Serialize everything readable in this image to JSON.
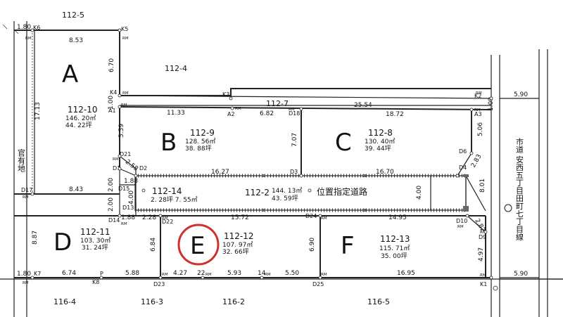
{
  "lots": [
    {
      "letter": "A",
      "number": "112-10",
      "area_m2": "146. 20㎡",
      "area_tsubo": "44. 22坪"
    },
    {
      "letter": "B",
      "number": "112-9",
      "area_m2": "128. 56㎡",
      "area_tsubo": "38. 88坪"
    },
    {
      "letter": "C",
      "number": "112-8",
      "area_m2": "130. 40㎡",
      "area_tsubo": "39. 44坪"
    },
    {
      "letter": "D",
      "number": "112-11",
      "area_m2": "103. 30㎡",
      "area_tsubo": "31. 24坪"
    },
    {
      "letter": "E",
      "number": "112-12",
      "area_m2": "107. 97㎡",
      "area_tsubo": "32. 66坪"
    },
    {
      "letter": "F",
      "number": "112-13",
      "area_m2": "115. 71㎡",
      "area_tsubo": "35. 00坪"
    }
  ],
  "road": {
    "number": "112-2",
    "area_m2": "144. 13㎡",
    "area_tsubo": "43. 59坪",
    "label": "位置指定道路"
  },
  "small_lot": {
    "number": "112-14",
    "area": "2. 28坪 7. 55㎡"
  },
  "neighbors": {
    "top_left": "112-5",
    "top_center": "112-4",
    "private_road": "112-7",
    "bottom": [
      "116-4",
      "116-3",
      "116-2",
      "116-5"
    ],
    "left_vertical": "官有地",
    "right_vertical": "市道 安西五丁目田町七丁目線"
  },
  "dims": {
    "d1_80_top": "1.80",
    "d8_53": "8.53",
    "d6_70": "6.70",
    "d17_13": "17.13",
    "d1_00": "1.00",
    "d11_33": "11.33",
    "d6_82": "6.82",
    "d25_54": "25.54",
    "d18_72": "18.72",
    "d5_59": "5.59",
    "d7_07": "7.07",
    "d5_06": "5.06",
    "d2_58": "2.58",
    "d16_27": "16.27",
    "d16_70": "16.70",
    "d2_83": "2.83",
    "d1_09": "1.09",
    "d5_90_top": "5.90",
    "d1_88a": "1.88",
    "d2_00a": "2.00",
    "d2_00b": "2.00",
    "d4_00a": "4.00",
    "d4_00b": "4.00",
    "d8_43": "8.43",
    "d8_01": "8.01",
    "d1_88b": "1.88",
    "d2_28": "2.28",
    "d15_72": "15.72",
    "d14_95": "14.95",
    "d2_82": "2.82",
    "d8_87": "8.87",
    "d6_84": "6.84",
    "d6_90": "6.90",
    "d4_97": "4.97",
    "d1_80_bot": "1.80",
    "d6_74": "6.74",
    "d5_88": "5.88",
    "d4_27": "4.27",
    "d22": "22",
    "d5_93": "5.93",
    "d14": "14",
    "d5_50": "5.50",
    "d16_95": "16.95",
    "d5_90_bot": "5.90"
  },
  "points": {
    "K6": "K6",
    "K5": "K5",
    "K4": "K4",
    "K3": "K3",
    "K2": "K2",
    "A1": "A1",
    "A2": "A2",
    "D18": "D18",
    "A3": "A3",
    "D21": "D21",
    "D1": "D1",
    "D2": "D2",
    "D3": "D3",
    "D4": "D4",
    "D6": "D6",
    "D15": "D15",
    "D17": "D17",
    "D13": "D13",
    "D14": "D14",
    "D22": "D22",
    "D24": "D24",
    "D10": "D10",
    "D9": "D9",
    "K7": "K7",
    "P": "P",
    "K8": "K8",
    "D23": "D23",
    "D25": "D25",
    "K1": "K1",
    "RM": "RM"
  }
}
